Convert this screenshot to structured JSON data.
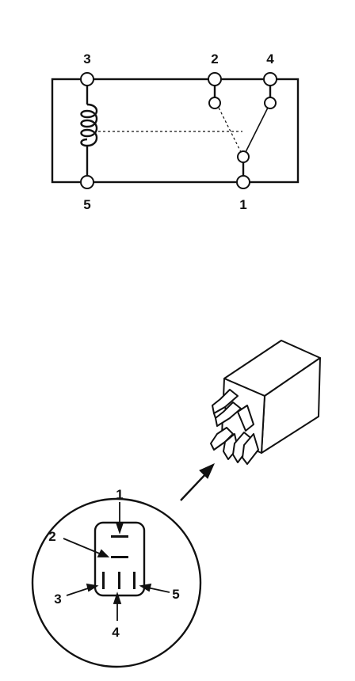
{
  "schematic": {
    "terminal_labels": {
      "t3": "3",
      "t2": "2",
      "t4": "4",
      "t5": "5",
      "t1": "1"
    }
  },
  "connector_view": {
    "pin_labels": {
      "p1": "1",
      "p2": "2",
      "p3": "3",
      "p4": "4",
      "p5": "5"
    }
  }
}
